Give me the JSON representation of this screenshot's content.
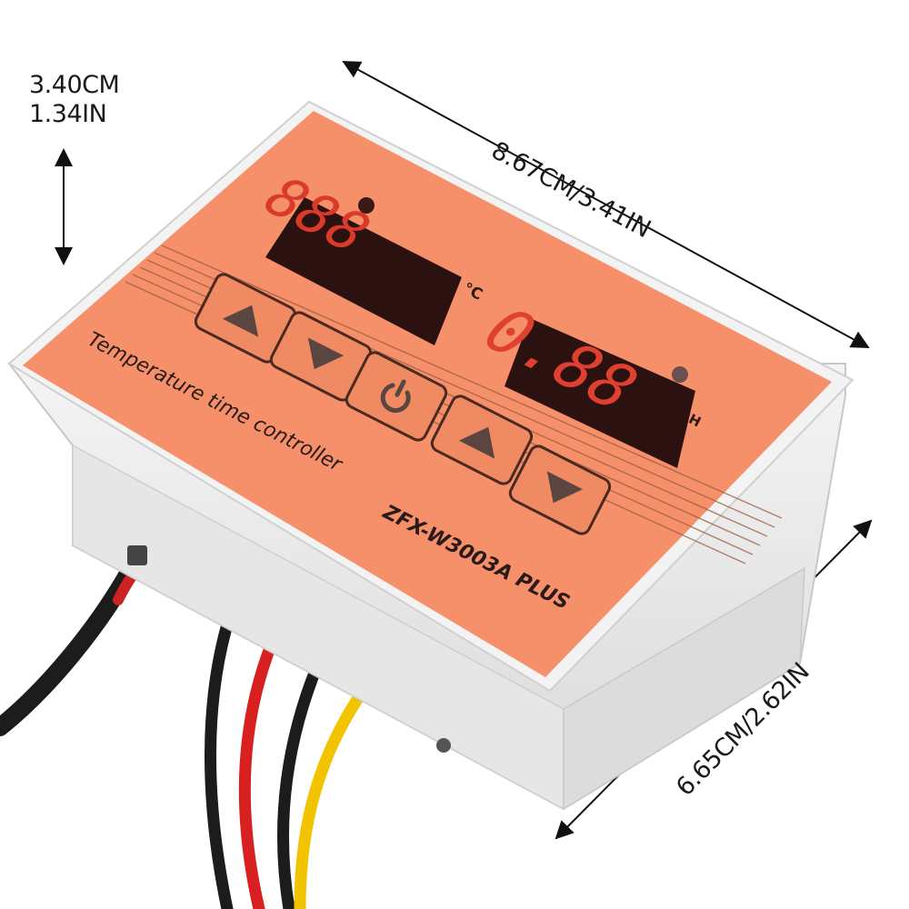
{
  "dimensions": {
    "height_cm": "3.40CM",
    "height_in": "1.34IN",
    "width": "8.67CM/3.41IN",
    "depth": "6.65CM/2.62IN"
  },
  "device": {
    "product_line": "Temperature time controller",
    "model": "ZFX-W3003A PLUS",
    "temp_unit": "°C",
    "time_unit": "H",
    "temp_display": "888",
    "time_display": "0.88",
    "panel_color": "#f5906a",
    "case_color": "#eeeeee"
  },
  "buttons": [
    {
      "icon": "triangle-up-icon"
    },
    {
      "icon": "triangle-down-icon"
    },
    {
      "icon": "power-icon"
    },
    {
      "icon": "triangle-up-icon"
    },
    {
      "icon": "triangle-down-icon"
    }
  ],
  "wires": [
    "#1c1c1c",
    "#1c1c1c",
    "#d82020",
    "#1c1c1c",
    "#f2c400"
  ]
}
